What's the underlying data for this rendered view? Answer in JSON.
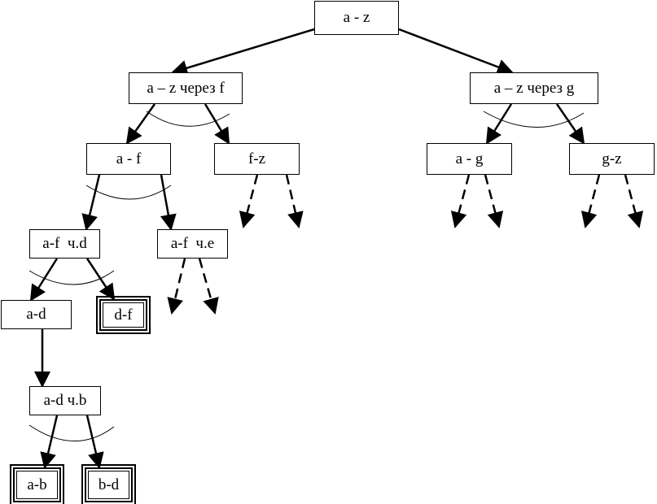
{
  "diagram": {
    "nodes": [
      {
        "id": "root",
        "label": "a - z",
        "kind": "normal"
      },
      {
        "id": "split-f",
        "label": "a – z через f",
        "kind": "normal"
      },
      {
        "id": "split-g",
        "label": "a – z через g",
        "kind": "normal"
      },
      {
        "id": "af",
        "label": "a - f",
        "kind": "normal"
      },
      {
        "id": "fz",
        "label": "f-z",
        "kind": "normal"
      },
      {
        "id": "ag",
        "label": "a - g",
        "kind": "normal"
      },
      {
        "id": "gz",
        "label": "g-z",
        "kind": "normal"
      },
      {
        "id": "af-d",
        "label": "a-f  ч.d",
        "kind": "normal"
      },
      {
        "id": "af-e",
        "label": "a-f  ч.e",
        "kind": "normal"
      },
      {
        "id": "ad",
        "label": "a-d",
        "kind": "normal"
      },
      {
        "id": "df",
        "label": "d-f",
        "kind": "leaf"
      },
      {
        "id": "ad-b",
        "label": "a-d ч.b",
        "kind": "normal"
      },
      {
        "id": "ab",
        "label": "a-b",
        "kind": "leaf"
      },
      {
        "id": "bd",
        "label": "b-d",
        "kind": "leaf"
      }
    ],
    "edges": [
      {
        "from": "root",
        "to": "split-f",
        "style": "solid"
      },
      {
        "from": "root",
        "to": "split-g",
        "style": "solid"
      },
      {
        "from": "split-f",
        "to": "af",
        "style": "solid"
      },
      {
        "from": "split-f",
        "to": "fz",
        "style": "solid"
      },
      {
        "from": "split-g",
        "to": "ag",
        "style": "solid"
      },
      {
        "from": "split-g",
        "to": "gz",
        "style": "solid"
      },
      {
        "from": "af",
        "to": "af-d",
        "style": "solid"
      },
      {
        "from": "af",
        "to": "af-e",
        "style": "solid"
      },
      {
        "from": "af-d",
        "to": "ad",
        "style": "solid"
      },
      {
        "from": "af-d",
        "to": "df",
        "style": "solid"
      },
      {
        "from": "ad",
        "to": "ad-b",
        "style": "solid"
      },
      {
        "from": "ad-b",
        "to": "ab",
        "style": "solid"
      },
      {
        "from": "ad-b",
        "to": "bd",
        "style": "solid"
      }
    ],
    "dashed_branches": [
      "fz",
      "ag",
      "gz",
      "af-e"
    ],
    "split_arcs": [
      "split-f",
      "split-g",
      "af",
      "af-d",
      "ad-b"
    ],
    "colors": {
      "stroke": "#000000",
      "background": "#ffffff"
    }
  }
}
